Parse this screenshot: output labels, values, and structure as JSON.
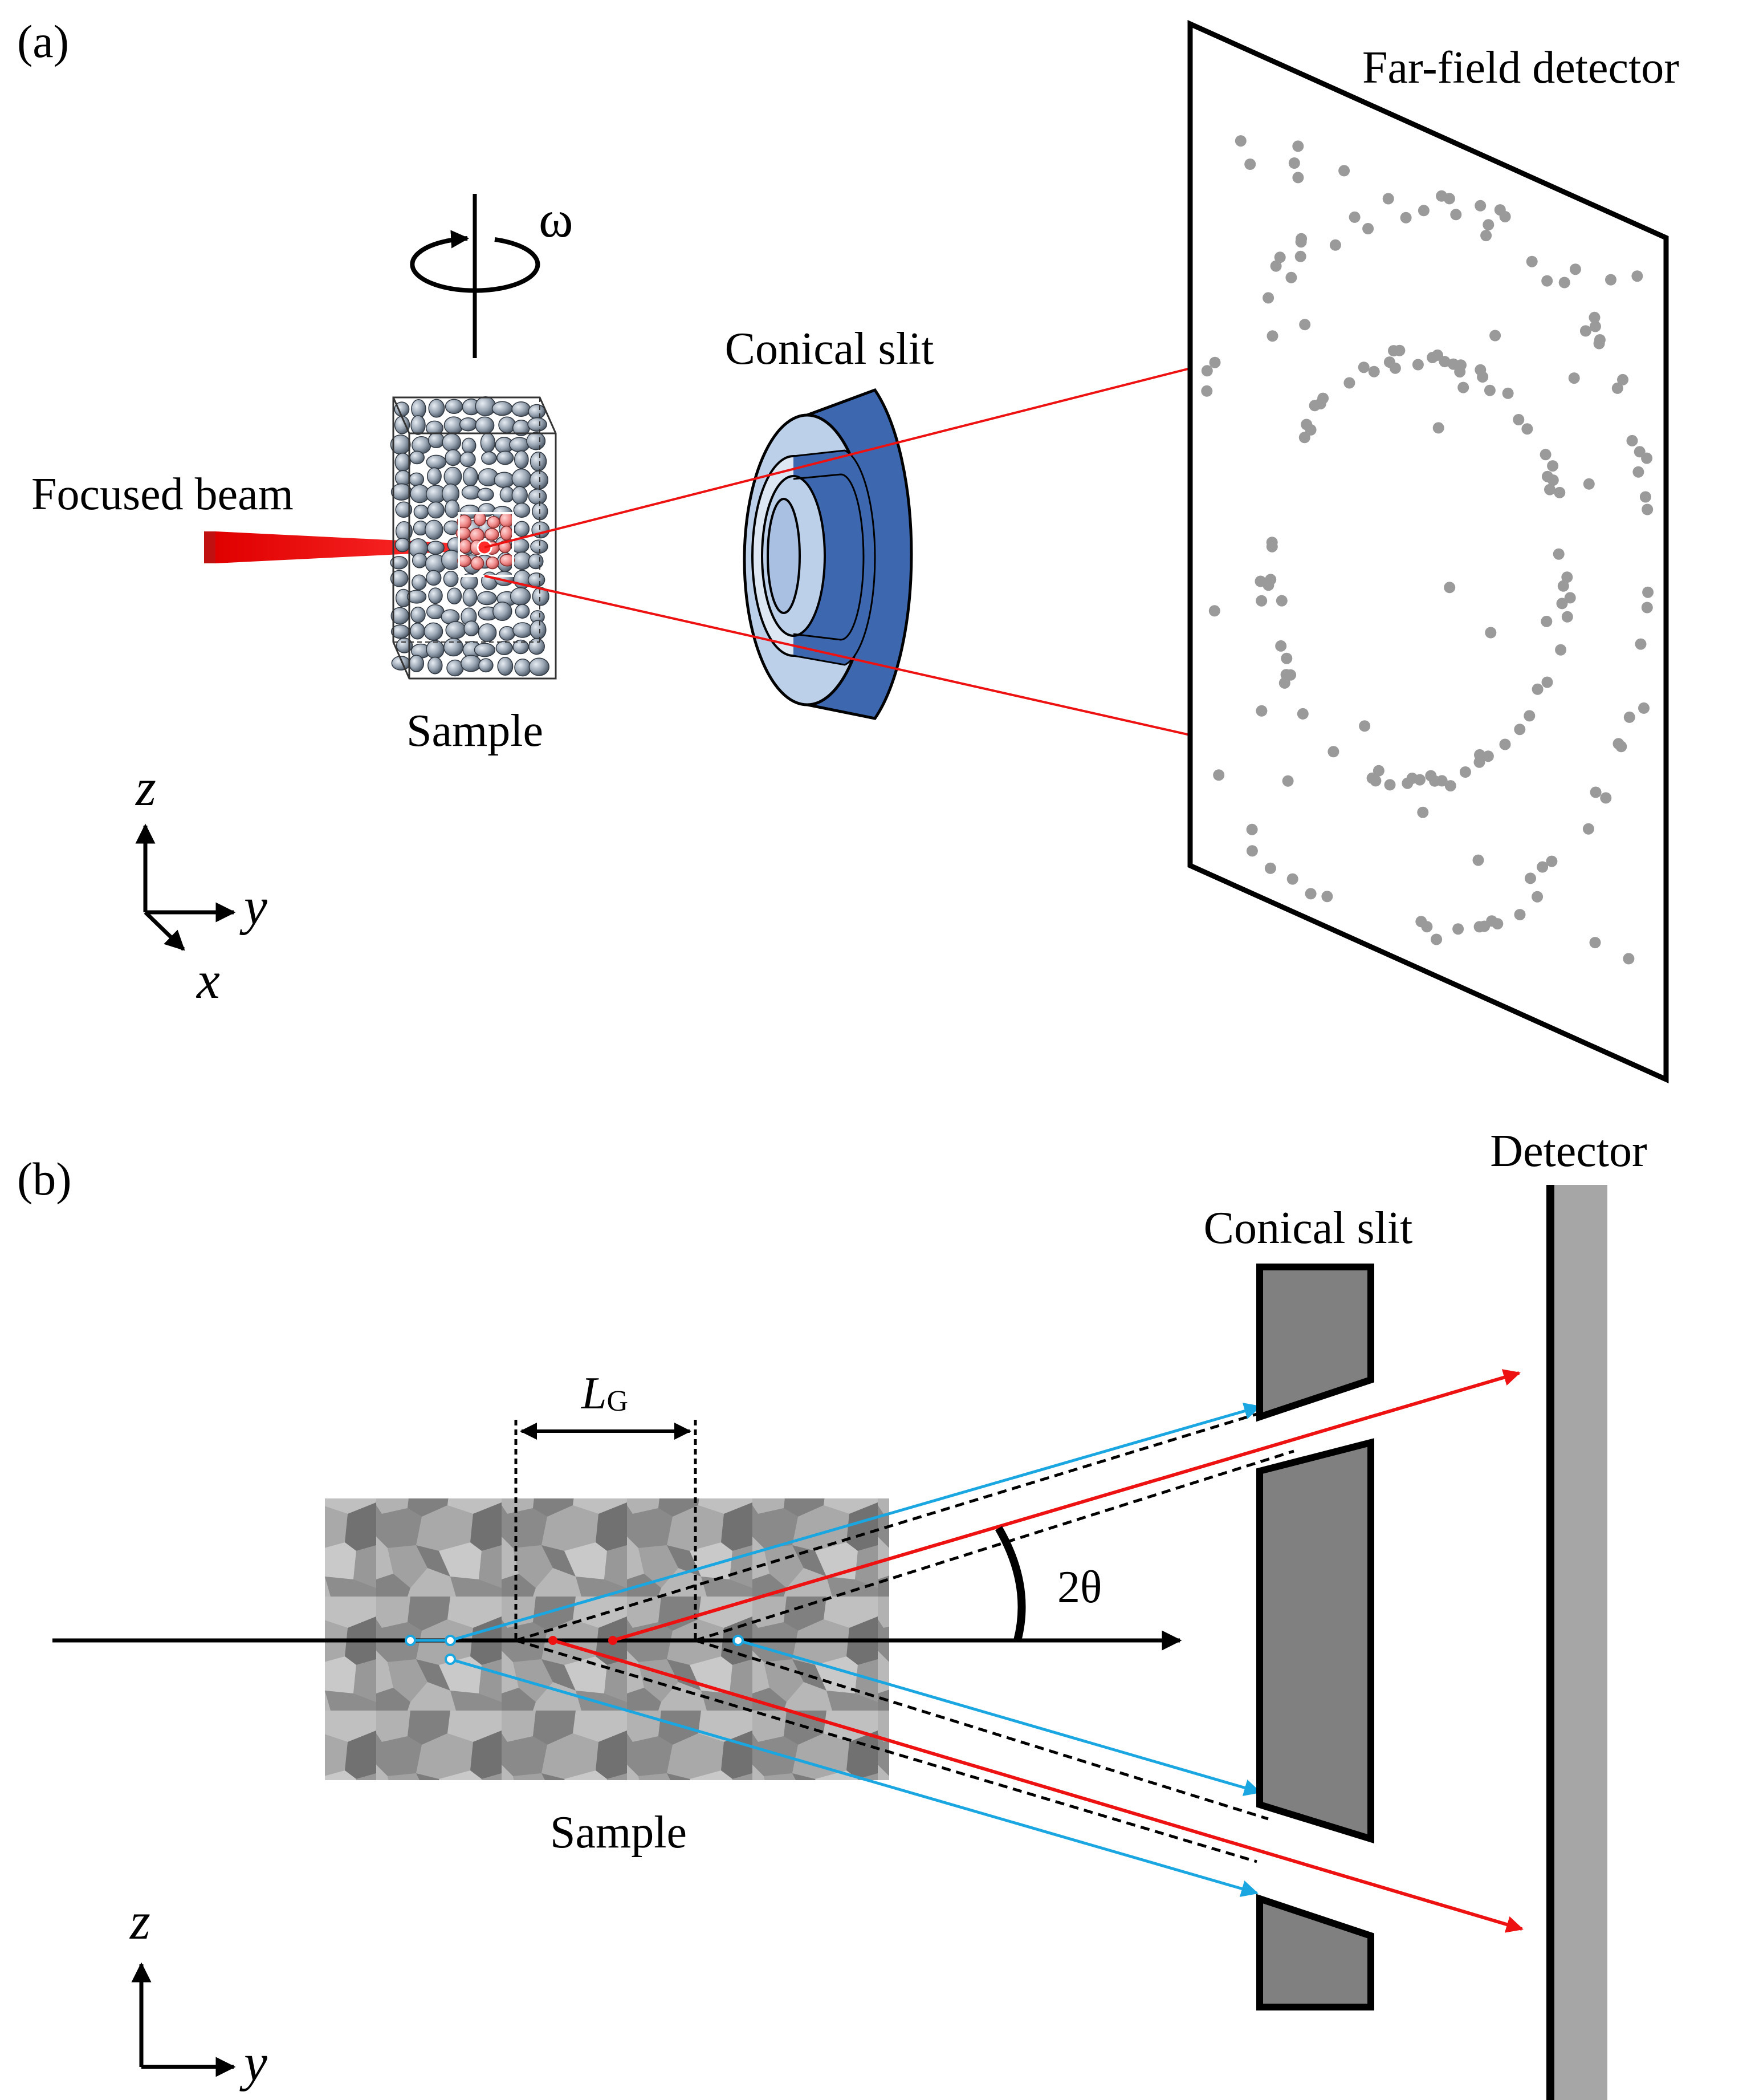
{
  "panel_a": {
    "label": "(a)",
    "rotation_symbol": "ω",
    "focused_beam_label": "Focused beam",
    "sample_label": "Sample",
    "conical_slit_label": "Conical slit",
    "detector_label": "Far-field detector",
    "axes": {
      "z": "z",
      "y": "y",
      "x": "x"
    }
  },
  "panel_b": {
    "label": "(b)",
    "gauge_length_main": "L",
    "gauge_length_sub": "G",
    "angle_label": "2θ",
    "sample_label": "Sample",
    "conical_slit_label": "Conical slit",
    "detector_label": "Detector",
    "axes": {
      "z": "z",
      "y": "y"
    }
  },
  "colors": {
    "beam_red": "#ee1111",
    "ray_blue": "#1aa6e0",
    "slit_dark_blue": "#3d68b0",
    "slit_light_blue": "#bcd0ea",
    "spot_gray": "#9a9a9a",
    "slit_gray": "#808080",
    "detector_gray": "#a6a6a6"
  }
}
